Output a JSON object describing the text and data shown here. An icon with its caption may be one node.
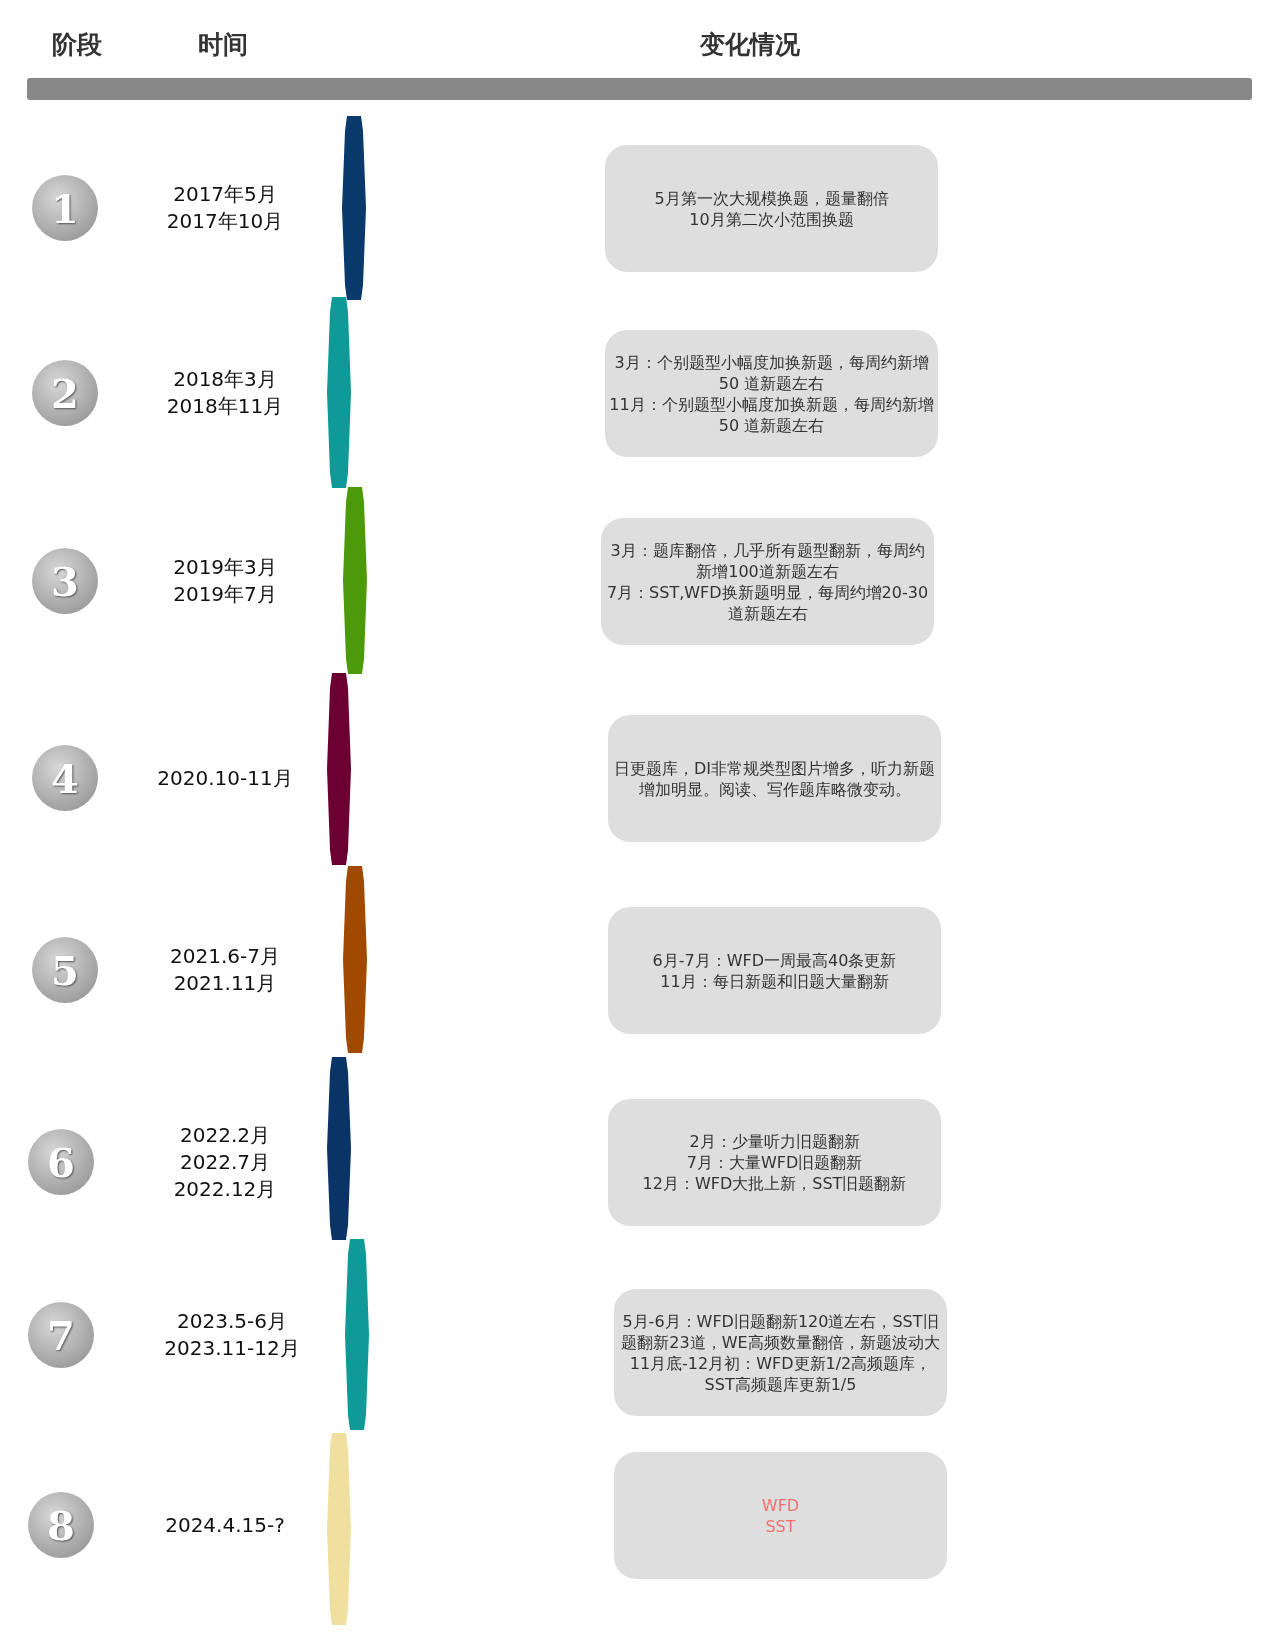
{
  "diagram": {
    "nodes": [
      {
        "text": [
          "1"
        ],
        "beside": [
          "2017年5月",
          "2017年10月"
        ]
      },
      {
        "text": [
          "5月第一次大规模换题，题量翻倍",
          "10月第二次小范围换题"
        ]
      },
      {
        "text": [
          "2"
        ],
        "beside": [
          "2018年3月",
          "2018年11月"
        ]
      },
      {
        "text": [
          "3月：个别题型小幅度加换新题，每周约新增50 道新题左右",
          "11月：个别题型小幅度加换新题，每周约新增50 道新题左右"
        ]
      },
      {
        "text": [
          "3"
        ],
        "beside": [
          "2019年3月",
          "2019年7月"
        ]
      },
      {
        "text": [
          "3月：题库翻倍，几乎所有题型翻新，每周约新增100道新题左右",
          "7月：SST,WFD换新题明显，每周约增20-30道新题左右"
        ]
      },
      {
        "text": [
          "4"
        ],
        "beside": [
          "2020.10-11月"
        ]
      },
      {
        "text": [
          "日更题库，DI非常规类型图片增多，听力新题增加明显。阅读、写作题库略微变动。"
        ]
      },
      {
        "text": [
          "5"
        ],
        "beside": [
          "2021.6-7月",
          "2021.11月"
        ]
      },
      {
        "text": [
          "6月-7月：WFD一周最高40条更新",
          "11月：每日新题和旧题大量翻新"
        ]
      },
      {
        "text": [
          "6"
        ],
        "beside": [
          "2022.2月",
          "2022.7月",
          "2022.12月"
        ]
      },
      {
        "text": [
          "2月：少量听力旧题翻新",
          "7月：大量WFD旧题翻新",
          "12月：WFD大批上新，SST旧题翻新"
        ]
      },
      {
        "text": [
          "7"
        ],
        "beside": [
          "2023.5-6月",
          "2023.11-12月"
        ]
      },
      {
        "text": [
          "5月-6月：WFD旧题翻新120道左右，SST旧题翻新23道，WE高频数量翻倍，新题波动大",
          "11月底-12月初：WFD更新1/2高频题库，SST高频题库更新1/5"
        ]
      },
      {
        "text": [
          "8"
        ],
        "beside": [
          "2024.4.15-?"
        ]
      },
      {
        "text": [
          "WFD",
          "SST"
        ]
      }
    ],
    "labels": [
      "阶段",
      "时间",
      "变化情况"
    ]
  }
}
